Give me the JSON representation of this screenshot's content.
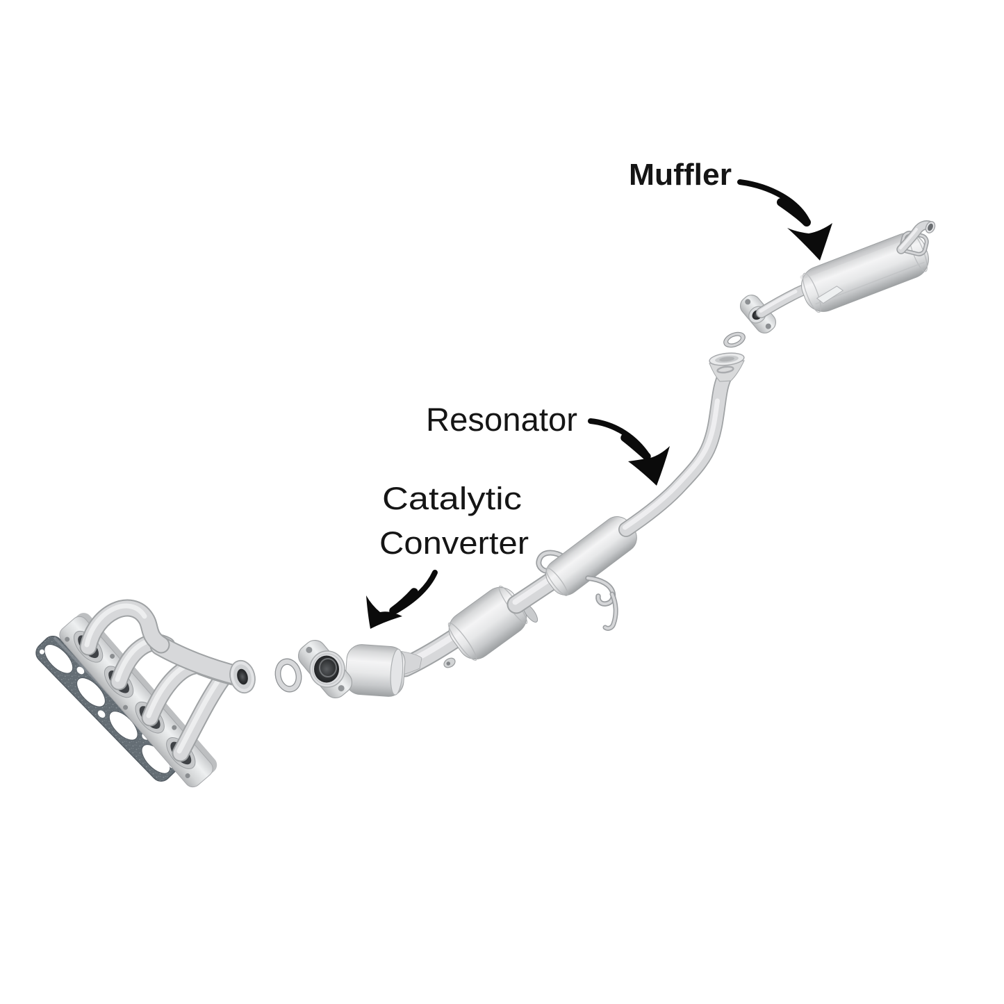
{
  "labels": {
    "muffler": "Muffler",
    "resonator": "Resonator",
    "catalytic_converter_line1": "Catalytic",
    "catalytic_converter_line2": "Converter"
  },
  "colors": {
    "background": "#ffffff",
    "label_text": "#151515",
    "arrow": "#0b0b0b",
    "metal_highlight": "#f4f4f5",
    "metal_mid": "#d7d8da",
    "metal_shadow": "#9fa2a4",
    "metal_edge": "#a6a8ab",
    "gasket_dark": "#646d74",
    "port_hole_dark": "#3f4246"
  }
}
